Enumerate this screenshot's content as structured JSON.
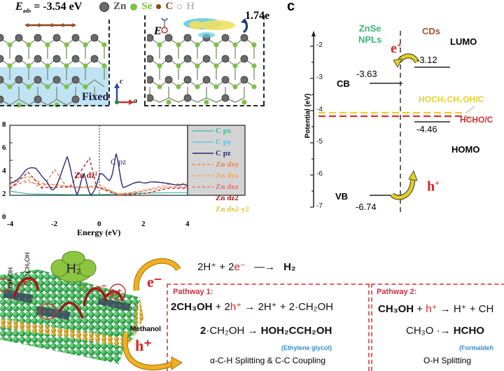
{
  "panel_a": {
    "eads_label": "E",
    "eads_sub": "ads",
    "eads_value": "= -3.54 eV",
    "legend": [
      {
        "label": "Zn",
        "color": "#6b6b6b"
      },
      {
        "label": "Se",
        "color": "#7cc242"
      },
      {
        "label": "C",
        "color": "#8b4513"
      },
      {
        "label": "H",
        "color": "#cfcfcf"
      }
    ],
    "fixed_label": "Fixed",
    "axis_c": "c",
    "axis_a": "a",
    "charge_label": "1.74e",
    "field_label": "E"
  },
  "chart_data": [
    {
      "type": "line",
      "title": "",
      "xlabel": "Energy (eV)",
      "ylabel": "",
      "xlim": [
        -4,
        4
      ],
      "ylim": [
        0,
        8
      ],
      "x_ticks": [
        "-4",
        "-2",
        "0",
        "2",
        "4"
      ],
      "y_ticks": [
        "0",
        "2",
        "4",
        "6",
        "8"
      ],
      "annotations": [
        "C pz",
        "Zn dz²"
      ],
      "legend_position": "right",
      "series": [
        {
          "name": "C px",
          "style": "solid",
          "color": "#3cb89a",
          "x": [
            -4,
            -3,
            -2,
            -1,
            0,
            1,
            2,
            3,
            4
          ],
          "values": [
            0.3,
            0.1,
            0.05,
            0.05,
            0.05,
            0.1,
            0.15,
            0.15,
            0.2
          ]
        },
        {
          "name": "C py",
          "style": "solid",
          "color": "#5bc0de",
          "x": [
            -4,
            -3,
            -2,
            -1,
            0,
            1,
            2,
            3,
            4
          ],
          "values": [
            0.2,
            0.1,
            0.05,
            0.05,
            0.05,
            0.1,
            0.1,
            0.1,
            0.15
          ]
        },
        {
          "name": "C pz",
          "style": "solid",
          "color": "#2a2a6e",
          "x": [
            -4,
            -3.3,
            -3.0,
            -2.6,
            -2.2,
            -1.8,
            -1.5,
            -1.2,
            -1.0,
            -0.7,
            -0.4,
            -0.1,
            0.0,
            0.3,
            0.7,
            1.0,
            1.5,
            2.0,
            2.5,
            3.0,
            3.5,
            4.0
          ],
          "values": [
            1.3,
            2.8,
            3.2,
            1.5,
            0.5,
            1.8,
            4.0,
            0.8,
            0.0,
            2.8,
            0.1,
            0.5,
            3.5,
            2.3,
            4.9,
            1.0,
            1.8,
            1.9,
            1.7,
            1.8,
            1.5,
            1.6
          ]
        },
        {
          "name": "Zn dxy",
          "style": "dashed",
          "color": "#e8864a",
          "x": [
            -4,
            -3,
            -2,
            -1,
            0,
            1,
            2,
            3,
            4
          ],
          "values": [
            1.5,
            1.8,
            1.0,
            0.8,
            0.9,
            0.1,
            0.6,
            1.2,
            1.3
          ]
        },
        {
          "name": "Zn dyz",
          "style": "dashed",
          "color": "#f0a860",
          "x": [
            -4,
            -3,
            -2,
            -1,
            0,
            1,
            2,
            3,
            4
          ],
          "values": [
            1.2,
            1.4,
            0.8,
            0.6,
            0.8,
            0.1,
            0.5,
            1.0,
            1.1
          ]
        },
        {
          "name": "Zn dxz",
          "style": "dashed",
          "color": "#e87070",
          "x": [
            -4,
            -3,
            -2,
            -1,
            0,
            1,
            2,
            3,
            4
          ],
          "values": [
            0.7,
            1.2,
            2.9,
            0.7,
            1.0,
            0.0,
            0.5,
            1.0,
            0.9
          ]
        },
        {
          "name": "Zn dz2",
          "style": "dashed",
          "color": "#a01818",
          "x": [
            -4,
            -3,
            -2,
            -1,
            -0.3,
            0,
            1,
            2,
            3,
            4
          ],
          "values": [
            0.6,
            2.6,
            0.6,
            0.8,
            3.6,
            0.6,
            0.0,
            0.3,
            0.8,
            0.8
          ]
        },
        {
          "name": "Zn dx2-y2",
          "style": "dashed",
          "color": "#e8d84a",
          "x": [
            -4,
            -3,
            -2,
            -1,
            0,
            1,
            2,
            3,
            4
          ],
          "values": [
            0.8,
            1.0,
            0.7,
            0.6,
            0.7,
            0.1,
            0.4,
            0.9,
            0.9
          ]
        }
      ]
    },
    {
      "type": "diagram",
      "title": "",
      "ylabel": "Potential (eV)",
      "ylim": [
        -7,
        -1.5
      ],
      "y_ticks": [
        "-2",
        "-3",
        "-4",
        "-5",
        "-6",
        "-7"
      ],
      "levels": [
        {
          "name": "CB",
          "material": "ZnSe NPLs",
          "value": -3.63
        },
        {
          "name": "VB",
          "material": "ZnSe NPLs",
          "value": -6.74
        },
        {
          "name": "LUMO",
          "material": "CDs",
          "value": -3.12
        },
        {
          "name": "HOMO",
          "material": "CDs",
          "value": -4.46
        },
        {
          "name": "HOCH2CH2OH/CH3OH",
          "value": -4.1
        },
        {
          "name": "HCHO/CH3OH",
          "value": -4.18
        }
      ]
    }
  ],
  "panel_c": {
    "panel_letter": "c",
    "y_label": "Potential (eV)",
    "y_ticks": [
      "-2",
      "-3",
      "-4",
      "-5",
      "-6",
      "-7"
    ],
    "left_material": "ZnSe\nNPLs",
    "left_material_line1": "ZnSe",
    "left_material_line2": "NPLs",
    "right_material": "CDs",
    "lumo": "LUMO",
    "homo": "HOMO",
    "cb": "CB",
    "vb": "VB",
    "cb_value": "-3.63",
    "vb_value": "-6.74",
    "lumo_value": "-3.12",
    "homo_value": "-4.46",
    "electron": "e",
    "electron_sup": "+",
    "hole": "h",
    "hole_sup": "+",
    "redox1": "HOCH₂CH₂OH/C",
    "redox2": "HCHO/C",
    "colors": {
      "znse": "#3cb878",
      "cds": "#a0522d",
      "redox1": "#e8d030",
      "redox2": "#d03030",
      "arrow": "#e0d020"
    }
  },
  "panel_d": {
    "labels": {
      "ch3oh": "CH₃OH",
      "ch2oh": "*CH₂OH",
      "h2": "H₂",
      "e_minus": "e⁻",
      "h_plus": "h⁺",
      "methanol": "Methanol"
    },
    "h2_equation": {
      "lhs": "2H⁺ + 2",
      "e": "e⁻",
      "arrow": "—→",
      "rhs": "H₂"
    },
    "pathway1": {
      "title": "Pathway 1:",
      "eq1_lhs": "2CH₃OH",
      "eq1_mid": " + 2",
      "eq1_h": "h⁺",
      "eq1_rhs": " → 2H⁺ + 2·CH₂OH",
      "eq2_lhs": "2",
      "eq2_mid": "·CH₂OH → ",
      "eq2_rhs": "HOH₂CCH₂OH",
      "product_note": "(Ethylene glycol)",
      "mechanism": "α-C-H Splitting & C-C Coupling"
    },
    "pathway2": {
      "title": "Pathway 2:",
      "eq1_lhs": "CH₃OH",
      "eq1_mid": " + ",
      "eq1_h": "h⁺",
      "eq1_rhs": " → H⁺ + CH",
      "eq2_lhs": "CH₃O ·→ ",
      "eq2_rhs": "HCHO",
      "product_note": "(Formaldeh",
      "mechanism": "O-H Splitting"
    }
  }
}
